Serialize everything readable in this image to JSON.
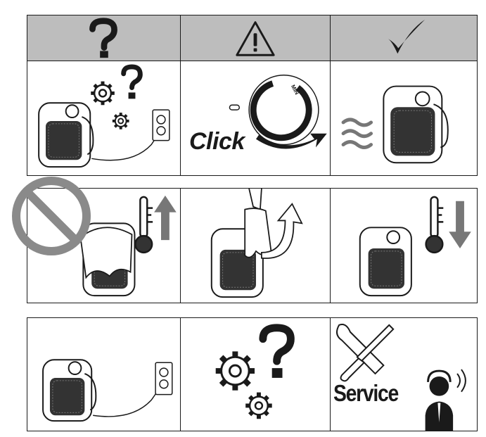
{
  "header": {
    "columns": [
      {
        "symbol": "?",
        "icon": "question-mark-icon"
      },
      {
        "symbol": "!",
        "icon": "warning-triangle-icon"
      },
      {
        "symbol": "✓",
        "icon": "checkmark-icon"
      }
    ]
  },
  "row1": {
    "click_label": "Click",
    "dial_label": "MIN"
  },
  "row3": {
    "service_label": "Service"
  },
  "colors": {
    "header_bg": "#bdbdbd",
    "line": "#1a1a1a",
    "prohibition": "#8a8a8a"
  }
}
